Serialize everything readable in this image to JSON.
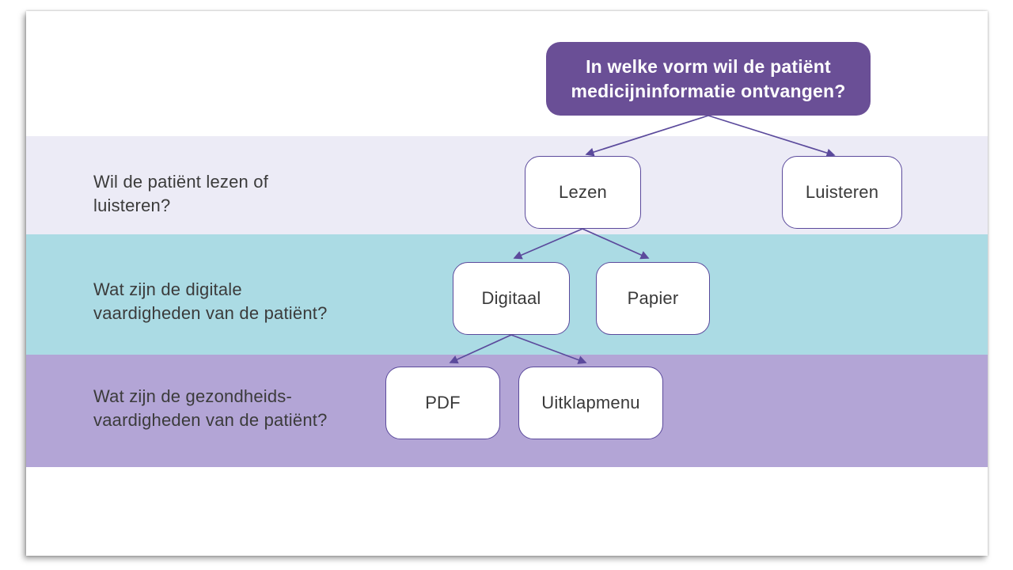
{
  "colors": {
    "root_box_fill": "#6A4F96",
    "root_box_text": "#FFFFFF",
    "node_border": "#5B4A9C",
    "arrow": "#5B4A9C",
    "node_text": "#3A3A3A",
    "question_text": "#3B3B3B",
    "band_row1": "#ECEBF6",
    "band_row2": "#ABDBE4",
    "band_row3": "#B3A5D6",
    "slide_background": "#FFFFFF"
  },
  "diagram": {
    "root_question": "In welke vorm wil de patiënt medicijninformatie ontvangen?",
    "rows": [
      {
        "question_lines": [
          "Wil de patiënt lezen of",
          "luisteren?"
        ],
        "nodes": [
          {
            "label": "Lezen"
          },
          {
            "label": "Luisteren"
          }
        ]
      },
      {
        "question_lines": [
          "Wat zijn de digitale",
          "vaardigheden van de patiënt?"
        ],
        "nodes": [
          {
            "label": "Digitaal"
          },
          {
            "label": "Papier"
          }
        ]
      },
      {
        "question_lines": [
          "Wat zijn de gezondheids-",
          "vaardigheden van de patiënt?"
        ],
        "nodes": [
          {
            "label": "PDF"
          },
          {
            "label": "Uitklapmenu"
          }
        ]
      }
    ]
  }
}
